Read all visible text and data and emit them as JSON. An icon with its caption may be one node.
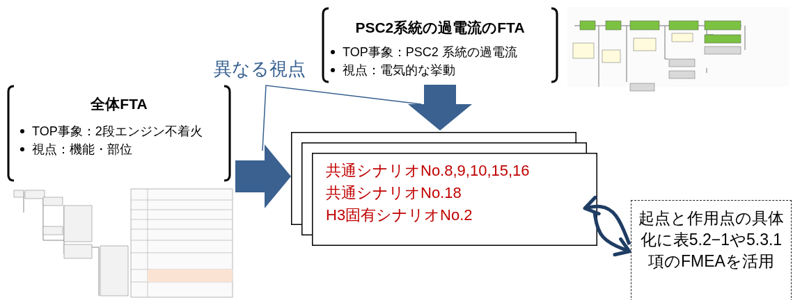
{
  "diagram": {
    "nodes": [
      {
        "text": [
          "全体FTA",
          "TOP事象：2段エンジン不着火",
          "視点：機能・部位"
        ]
      },
      {
        "text": [
          "PSC2系統の過電流のFTA",
          "TOP事象：PSC2 系統の過電流",
          "視点：電気的な挙動"
        ]
      },
      {
        "text": [],
        "shape": "picture"
      },
      {
        "text": [],
        "shape": "picture"
      },
      {
        "text": [
          "共通シナリオNo.8,9,10,15,16",
          "共通シナリオNo.18",
          "H3固有シナリオNo.2"
        ]
      },
      {
        "text": [
          "起点と作用点の具体化に表5.2−1や5.3.1項のFMEAを活用"
        ]
      }
    ],
    "edges": [
      {
        "from": 0,
        "to": 4,
        "arrow": "to",
        "style": "thick",
        "color": "#3a6190"
      },
      {
        "from": 1,
        "to": 4,
        "arrow": "to",
        "style": "thick",
        "color": "#3a6190"
      },
      {
        "from": 4,
        "to": 5,
        "arrow": "to",
        "color": "#1f3d63"
      },
      {
        "from": 5,
        "to": 4,
        "arrow": "to",
        "color": "#1f3d63"
      }
    ],
    "labels": [
      "異なる視点"
    ]
  }
}
